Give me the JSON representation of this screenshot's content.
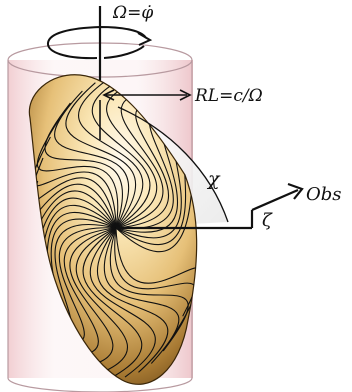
{
  "labels": {
    "omega": "Ω=φ̇",
    "radius": "RL=c/Ω",
    "chi": "χ",
    "zeta": "ζ",
    "obs": "Obs"
  },
  "colors": {
    "cylinder": "#eab7bd",
    "surface_light": "#fff3cf",
    "surface_mid": "#e9c77f",
    "surface_dark": "#6e4a18",
    "lines": "#111111"
  },
  "figure": {
    "field_line_count": 34
  }
}
